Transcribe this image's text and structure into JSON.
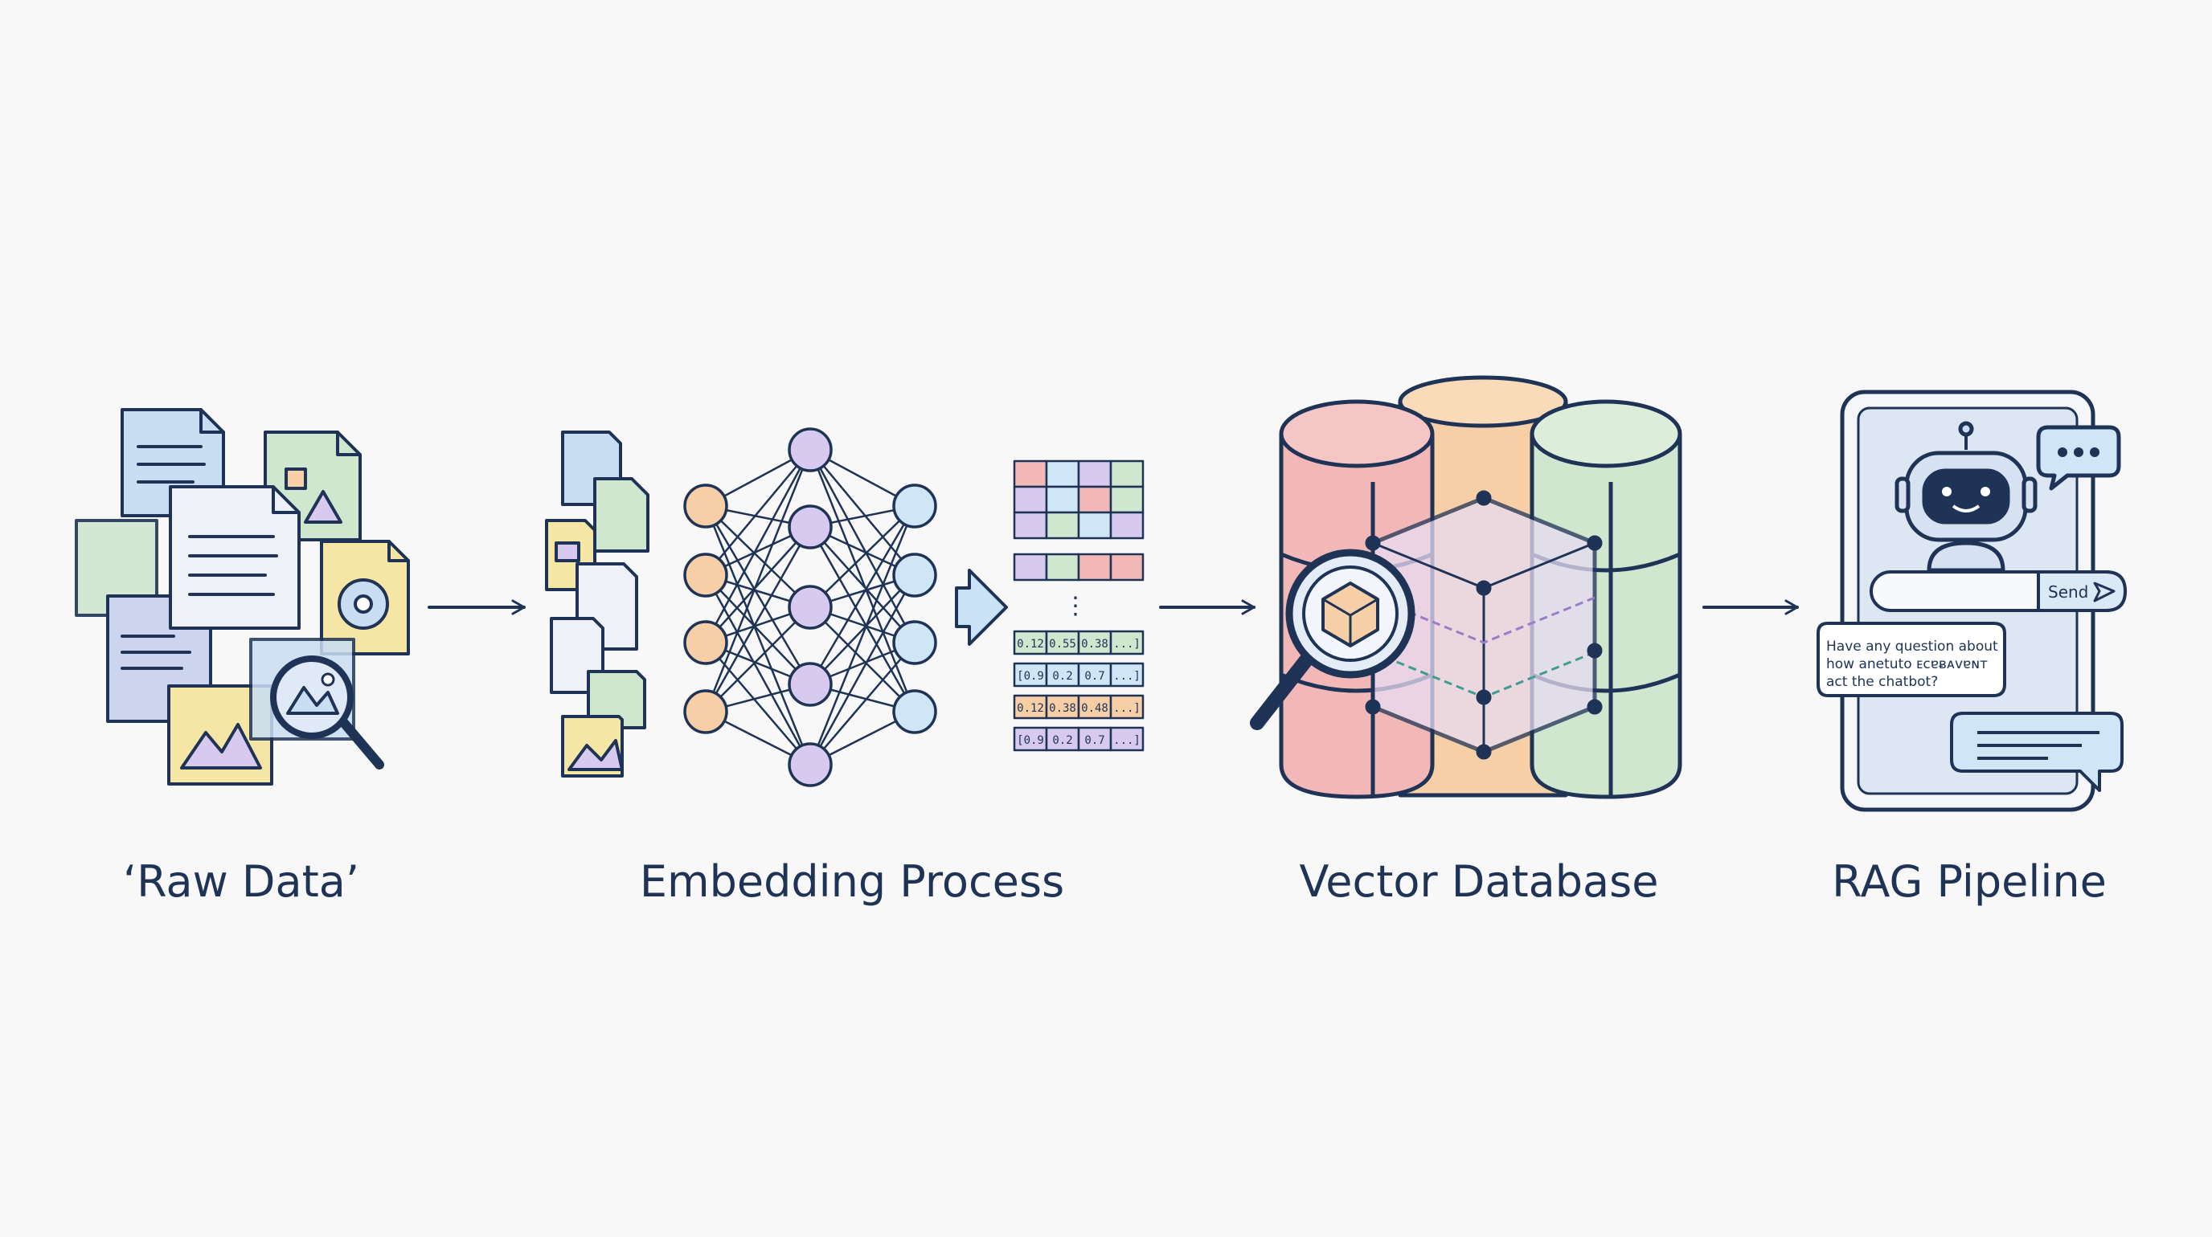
{
  "stages": {
    "raw": {
      "label": "‘Raw Data’"
    },
    "embedding": {
      "label": "Embedding Process"
    },
    "vector_db": {
      "label": "Vector Database"
    },
    "rag": {
      "label": "RAG Pipeline"
    }
  },
  "vectors": [
    [
      "0.12",
      "0.55",
      "0.38",
      "...]"
    ],
    [
      "[0.9",
      "0.2",
      "0.7",
      "...]"
    ],
    [
      "0.12",
      "0.38",
      "0.48",
      "...]"
    ],
    [
      "[0.9",
      "0.2",
      "0.7",
      "...]"
    ]
  ],
  "chat": {
    "send_label": "Send",
    "question_line_1": "Have any question about",
    "question_line_2": "how anetuto ᴇᴄɐᴃᴀᴠɐɴᴛ",
    "question_line_3": "act the chatbot?"
  },
  "colors": {
    "outline": "#1e3355",
    "blue": "#c9ddf3",
    "green": "#cfe6cf",
    "orange": "#f7cfa6",
    "purple": "#d8c9ee",
    "pink": "#f2b8b8",
    "yellow": "#f5e6a6",
    "light_blue": "#cfe6f7"
  }
}
